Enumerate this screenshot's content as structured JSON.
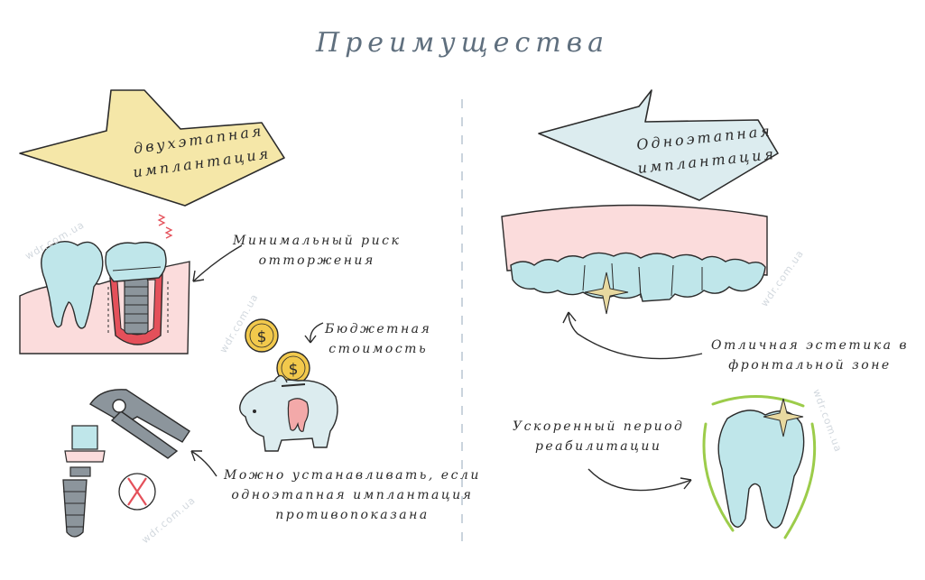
{
  "title": "Преимущества",
  "left": {
    "heading_line1": "двухэтапная",
    "heading_line2": "имплантация",
    "benefit1_line1": "Минимальный риск",
    "benefit1_line2": "отторжения",
    "benefit2_line1": "Бюджетная",
    "benefit2_line2": "стоимость",
    "benefit3_line1": "Можно устанавливать, если",
    "benefit3_line2": "одноэтапная имплантация",
    "benefit3_line3": "противопоказана"
  },
  "right": {
    "heading_line1": "Одноэтапная",
    "heading_line2": "имплантация",
    "benefit1_line1": "Отличная эстетика в",
    "benefit1_line2": "фронтальной зоне",
    "benefit2_line1": "Ускоренный период",
    "benefit2_line2": "реабилитации"
  },
  "coin_symbol": "$",
  "watermark": "wdr.com.ua",
  "colors": {
    "yellow_arrow": "#f5e7a8",
    "blue_arrow": "#dcecef",
    "tooth": "#bfe6ea",
    "gum": "#fbdcdc",
    "implant_red": "#e4505a",
    "metal": "#8c959c",
    "coin": "#f2c94c",
    "green_outline": "#9ccc4a"
  }
}
